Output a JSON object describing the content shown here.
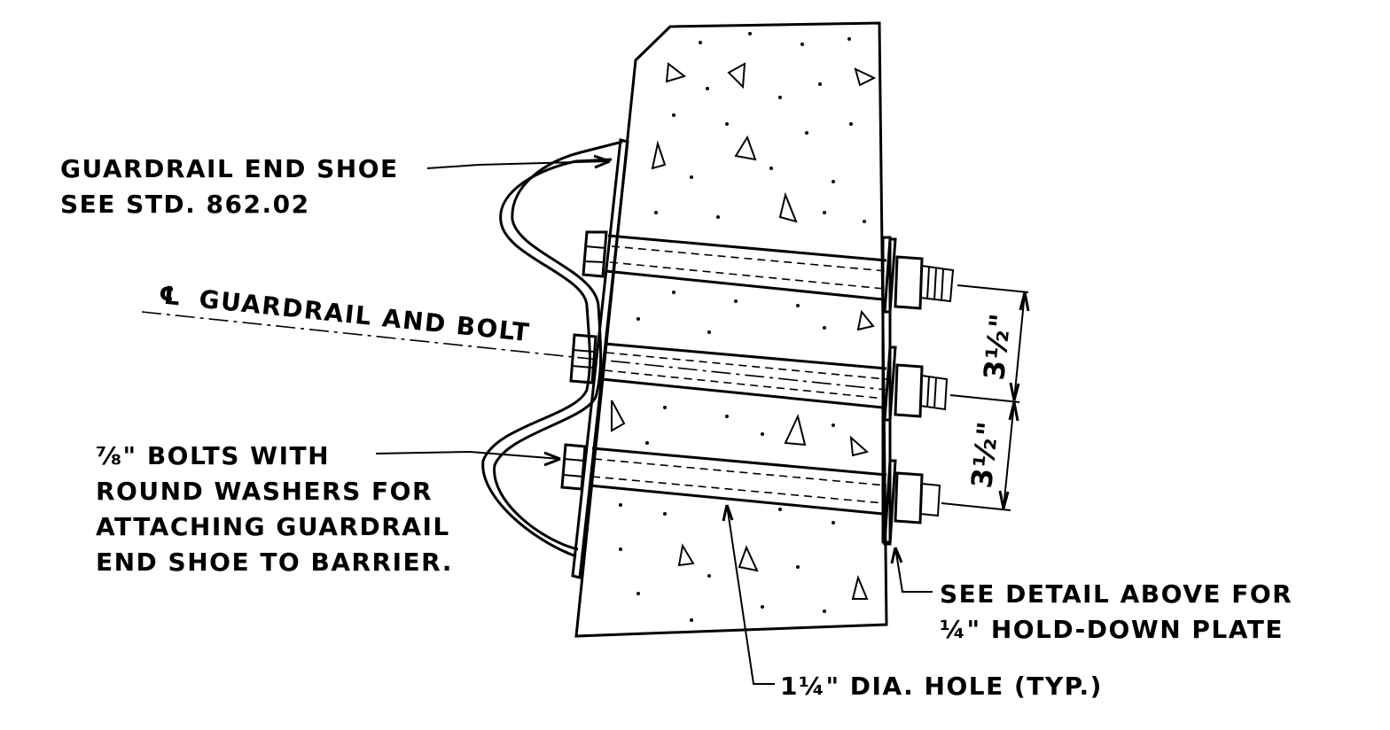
{
  "labels": {
    "end_shoe_line1": "GUARDRAIL END SHOE",
    "end_shoe_line2": "SEE STD. 862.02",
    "centerline_symbol": "℄",
    "centerline_text": "GUARDRAIL AND BOLT",
    "bolts_line1": "⅞\" BOLTS WITH",
    "bolts_line2": "ROUND WASHERS FOR",
    "bolts_line3": "ATTACHING GUARDRAIL",
    "bolts_line4": "END SHOE TO BARRIER.",
    "detail_line1": "SEE DETAIL ABOVE FOR",
    "detail_line2": "¼\" HOLD-DOWN PLATE",
    "hole_label": "1¼\" DIA. HOLE (TYP.)"
  },
  "dimensions": {
    "upper_spacing": "3½\"",
    "lower_spacing": "3½\""
  }
}
